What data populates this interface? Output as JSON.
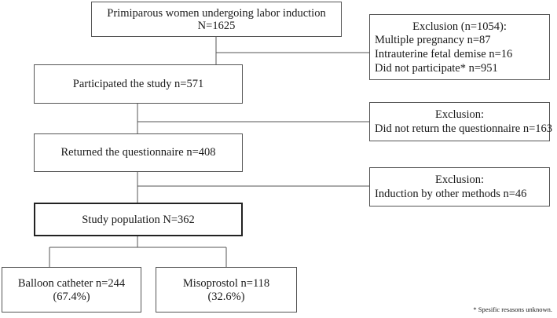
{
  "nodes": {
    "start": {
      "line1": "Primiparous women undergoing labor induction",
      "line2": "N=1625"
    },
    "exclusion1": {
      "title": "Exclusion (n=1054):",
      "items": [
        "Multiple pregnancy n=87",
        "Intrauterine fetal demise n=16",
        "Did not participate* n=951"
      ]
    },
    "participated": {
      "label": "Participated the study n=571"
    },
    "exclusion2": {
      "title": "Exclusion:",
      "item": "Did not return the questionnaire n=163"
    },
    "returned": {
      "label": "Returned the questionnaire n=408"
    },
    "exclusion3": {
      "title": "Exclusion:",
      "item": "Induction by other methods n=46"
    },
    "study": {
      "label": "Study population N=362"
    },
    "balloon": {
      "line1": "Balloon catheter n=244",
      "line2": "(67.4%)"
    },
    "misoprostol": {
      "line1": "Misoprostol n=118",
      "line2": "(32.6%)"
    }
  },
  "footnote": "* Spesific resasons unknown.",
  "edges": [
    {
      "from": "start",
      "to": "participated"
    },
    {
      "from": "start",
      "to": "exclusion1"
    },
    {
      "from": "participated",
      "to": "returned"
    },
    {
      "from": "participated",
      "to": "exclusion2"
    },
    {
      "from": "returned",
      "to": "study"
    },
    {
      "from": "returned",
      "to": "exclusion3"
    },
    {
      "from": "study",
      "to": "balloon"
    },
    {
      "from": "study",
      "to": "misoprostol"
    }
  ]
}
